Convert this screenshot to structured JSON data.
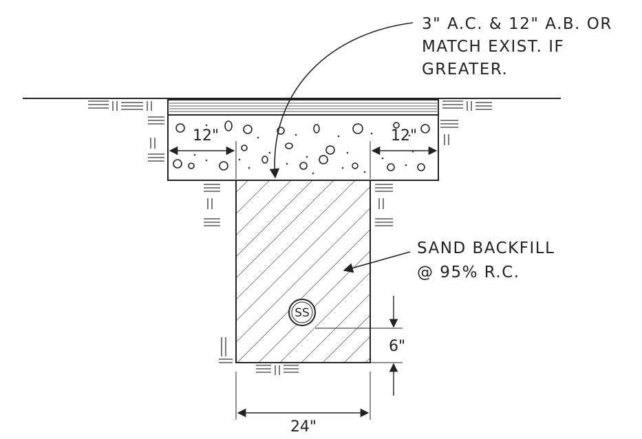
{
  "callouts": {
    "pavement_line1": "3\" A.C. & 12\" A.B. OR",
    "pavement_line2": "MATCH EXIST. IF",
    "pavement_line3": "GREATER.",
    "backfill_line1": "SAND BACKFILL",
    "backfill_line2": "@ 95% R.C."
  },
  "dimensions": {
    "left_overcut": "12\"",
    "right_overcut": "12\"",
    "pipe_clearance": "6\"",
    "trench_width": "24\""
  },
  "pipe": {
    "label": "SS"
  }
}
